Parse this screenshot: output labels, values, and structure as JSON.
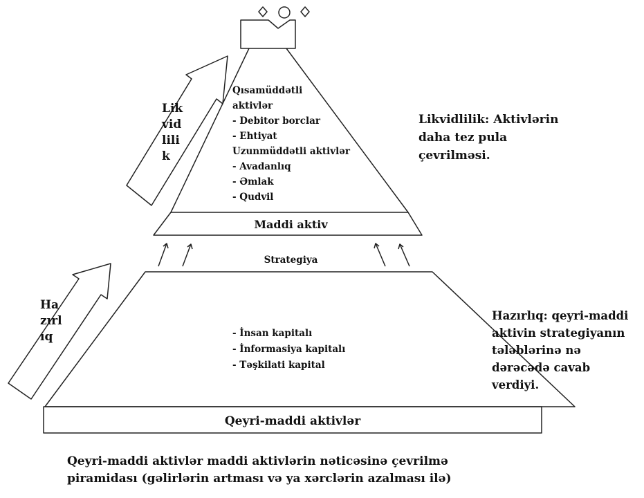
{
  "pyramid": {
    "tangible_band_label": "Maddi aktiv",
    "strategy_label": "Strategiya",
    "base_band_label": "Qeyri-maddi aktivlər",
    "upper_items": [
      "Qısamüddətli",
      "aktivlər",
      "- Debitor borclar",
      "- Ehtiyat",
      "Uzunmüddətli aktivlər",
      "- Avadanlıq",
      "- Əmlak",
      "- Qudvil"
    ],
    "lower_items": [
      "- İnsan kapitalı",
      "- İnformasiya kapitalı",
      "- Təşkilati kapital"
    ]
  },
  "arrows": {
    "upper_label_lines": [
      "Lik",
      "vid",
      "lili",
      "k"
    ],
    "lower_label_lines": [
      "Ha",
      "zırl",
      "ıq"
    ]
  },
  "notes": {
    "liquidity_lines": [
      "Likvidlilik: Aktivlərin",
      "daha tez pula",
      "çevrilməsi."
    ],
    "readiness_lines": [
      "Hazırlıq: qeyri-maddi",
      "aktivin strategiyanın",
      "tələblərinə nə",
      "dərəcədə cavab",
      "verdiyi."
    ]
  },
  "caption_lines": [
    "Qeyri-maddi aktivlər maddi aktivlərin nəticəsinə çevrilmə",
    "piramidası (gəlirlərin artması və ya xərclərin azalması ilə)"
  ]
}
